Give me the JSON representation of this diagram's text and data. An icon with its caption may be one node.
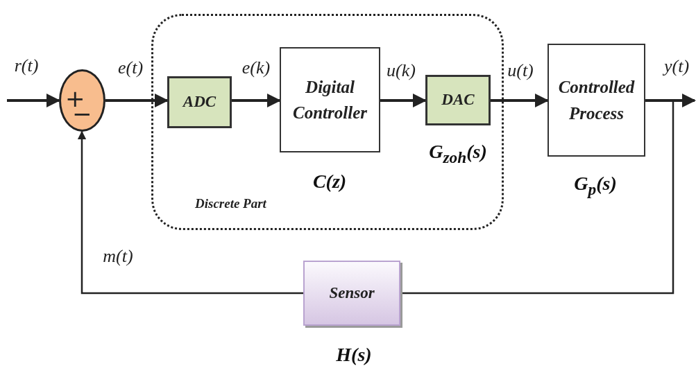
{
  "diagram": {
    "nodes": [
      {
        "text": [
          "Discrete Part"
        ]
      },
      {
        "text": [
          "+",
          "−"
        ]
      },
      {
        "text": [
          "ADC"
        ],
        "in": 0
      },
      {
        "text": [
          "Digital Controller"
        ],
        "in": 0,
        "beside": [
          "C(z)"
        ]
      },
      {
        "text": [
          "DAC"
        ],
        "in": 0,
        "beside": [
          "G$_{zoh}$(s)"
        ]
      },
      {
        "text": [
          "Controlled Process"
        ],
        "beside": [
          "G$_{p}$(s)"
        ]
      },
      {
        "text": [
          "Sensor"
        ],
        "beside": [
          "H(s)"
        ]
      }
    ],
    "edges": [
      {
        "from": null,
        "to": 1,
        "arrow": "to",
        "label": "r(t)"
      },
      {
        "from": 1,
        "to": 2,
        "arrow": "to",
        "label": "e(t)"
      },
      {
        "from": 2,
        "to": 3,
        "arrow": "to",
        "label": "e(k)"
      },
      {
        "from": 3,
        "to": 4,
        "arrow": "to",
        "label": "u(k)"
      },
      {
        "from": 4,
        "to": 5,
        "arrow": "to",
        "label": "u(t)"
      },
      {
        "from": 5,
        "to": null,
        "arrow": "to",
        "label": "y(t)"
      },
      {
        "from": 5,
        "to": 6,
        "arrow": "none"
      },
      {
        "from": 6,
        "to": 1,
        "arrow": "to",
        "label": "m(t)"
      }
    ]
  }
}
